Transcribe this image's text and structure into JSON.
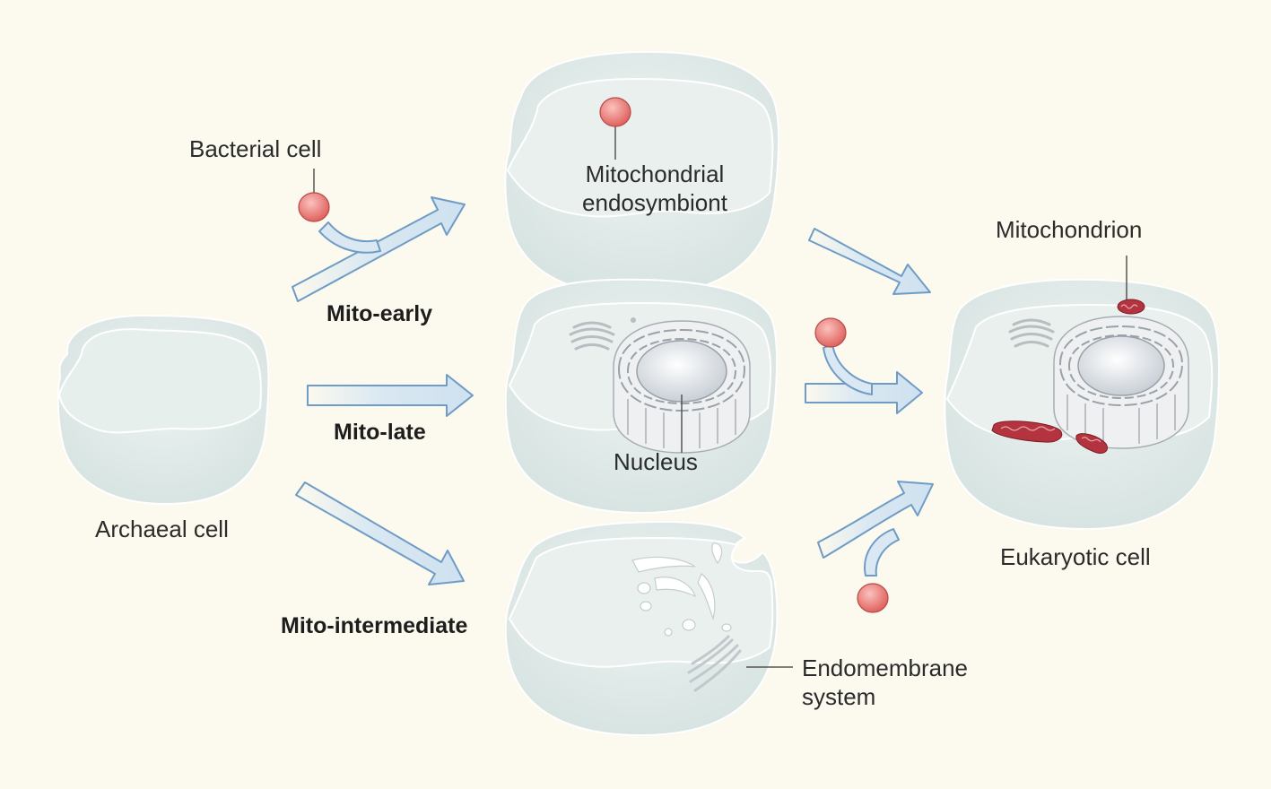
{
  "labels": {
    "bacterial_cell": "Bacterial cell",
    "mitochondrial_endosymbiont_line1": "Mitochondrial",
    "mitochondrial_endosymbiont_line2": "endosymbiont",
    "mitochondrion": "Mitochondrion",
    "archaeal_cell": "Archaeal cell",
    "nucleus": "Nucleus",
    "eukaryotic_cell": "Eukaryotic cell",
    "endomembrane_line1": "Endomembrane",
    "endomembrane_line2": "system"
  },
  "pathways": {
    "early": "Mito-early",
    "late": "Mito-late",
    "intermediate": "Mito-intermediate"
  },
  "colors": {
    "background": "#fcf9ee",
    "cell_fill": "#e3ecea",
    "arrow_fill": "#d9e8f2",
    "arrow_stroke": "#6f9cc6",
    "bacterium": "#ee8580",
    "mitochondrion": "#b3333f"
  }
}
